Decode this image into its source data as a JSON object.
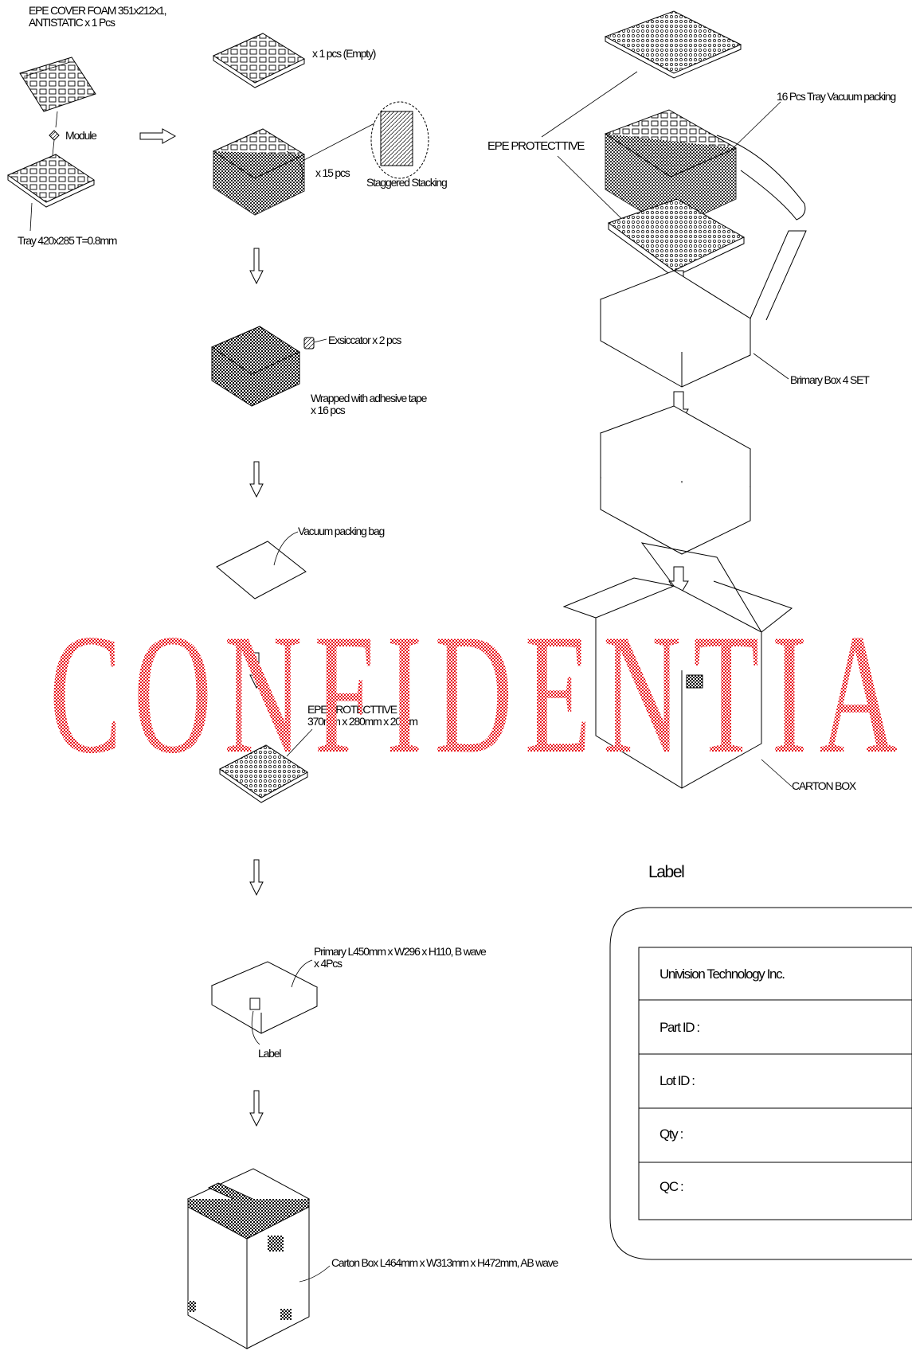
{
  "callouts": {
    "epe_cover_line1": "EPE COVER FOAM 351x212x1,",
    "epe_cover_line2": "ANTISTATIC x 1 Pcs",
    "module": "Module",
    "tray": "Tray 420x285 T=0.8mm",
    "empty_tray": "x 1 pcs (Empty)",
    "stack_count": "x 15 pcs",
    "staggered": "Staggered Stacking",
    "exsiccator": "Exsiccator x 2 pcs",
    "wrapped_line1": "Wrapped with adhesive tape",
    "wrapped_line2": "x 16 pcs",
    "vacuum_bag": "Vacuum packing bag",
    "epe_prot_line1": "EPE PROTECTTIVE",
    "epe_prot_line2": "370mm x 280mm x 20mm",
    "primary_line1": "Primary L450mm x W296 x H110, B wave",
    "primary_line2": "x 4Pcs",
    "label_small": "Label",
    "carton_small": "Carton Box L464mm x W313mm x H472mm, AB wave",
    "epe_protective_right": "EPE PROTECTTIVE",
    "vacuum_16": "16 Pcs Tray Vacuum packing",
    "primary_box_4set": "Brimary Box 4 SET",
    "carton_box": "CARTON BOX"
  },
  "label_card": {
    "title": "Label",
    "rows": [
      "Univision Technology Inc.",
      "Part ID :",
      "Lot ID :",
      "Qty :",
      "QC :"
    ]
  },
  "watermark": {
    "text": "CONFIDENTIA",
    "color": "#e8101a"
  },
  "icons": [
    "right-arrow-icon",
    "down-arrow-icon"
  ]
}
